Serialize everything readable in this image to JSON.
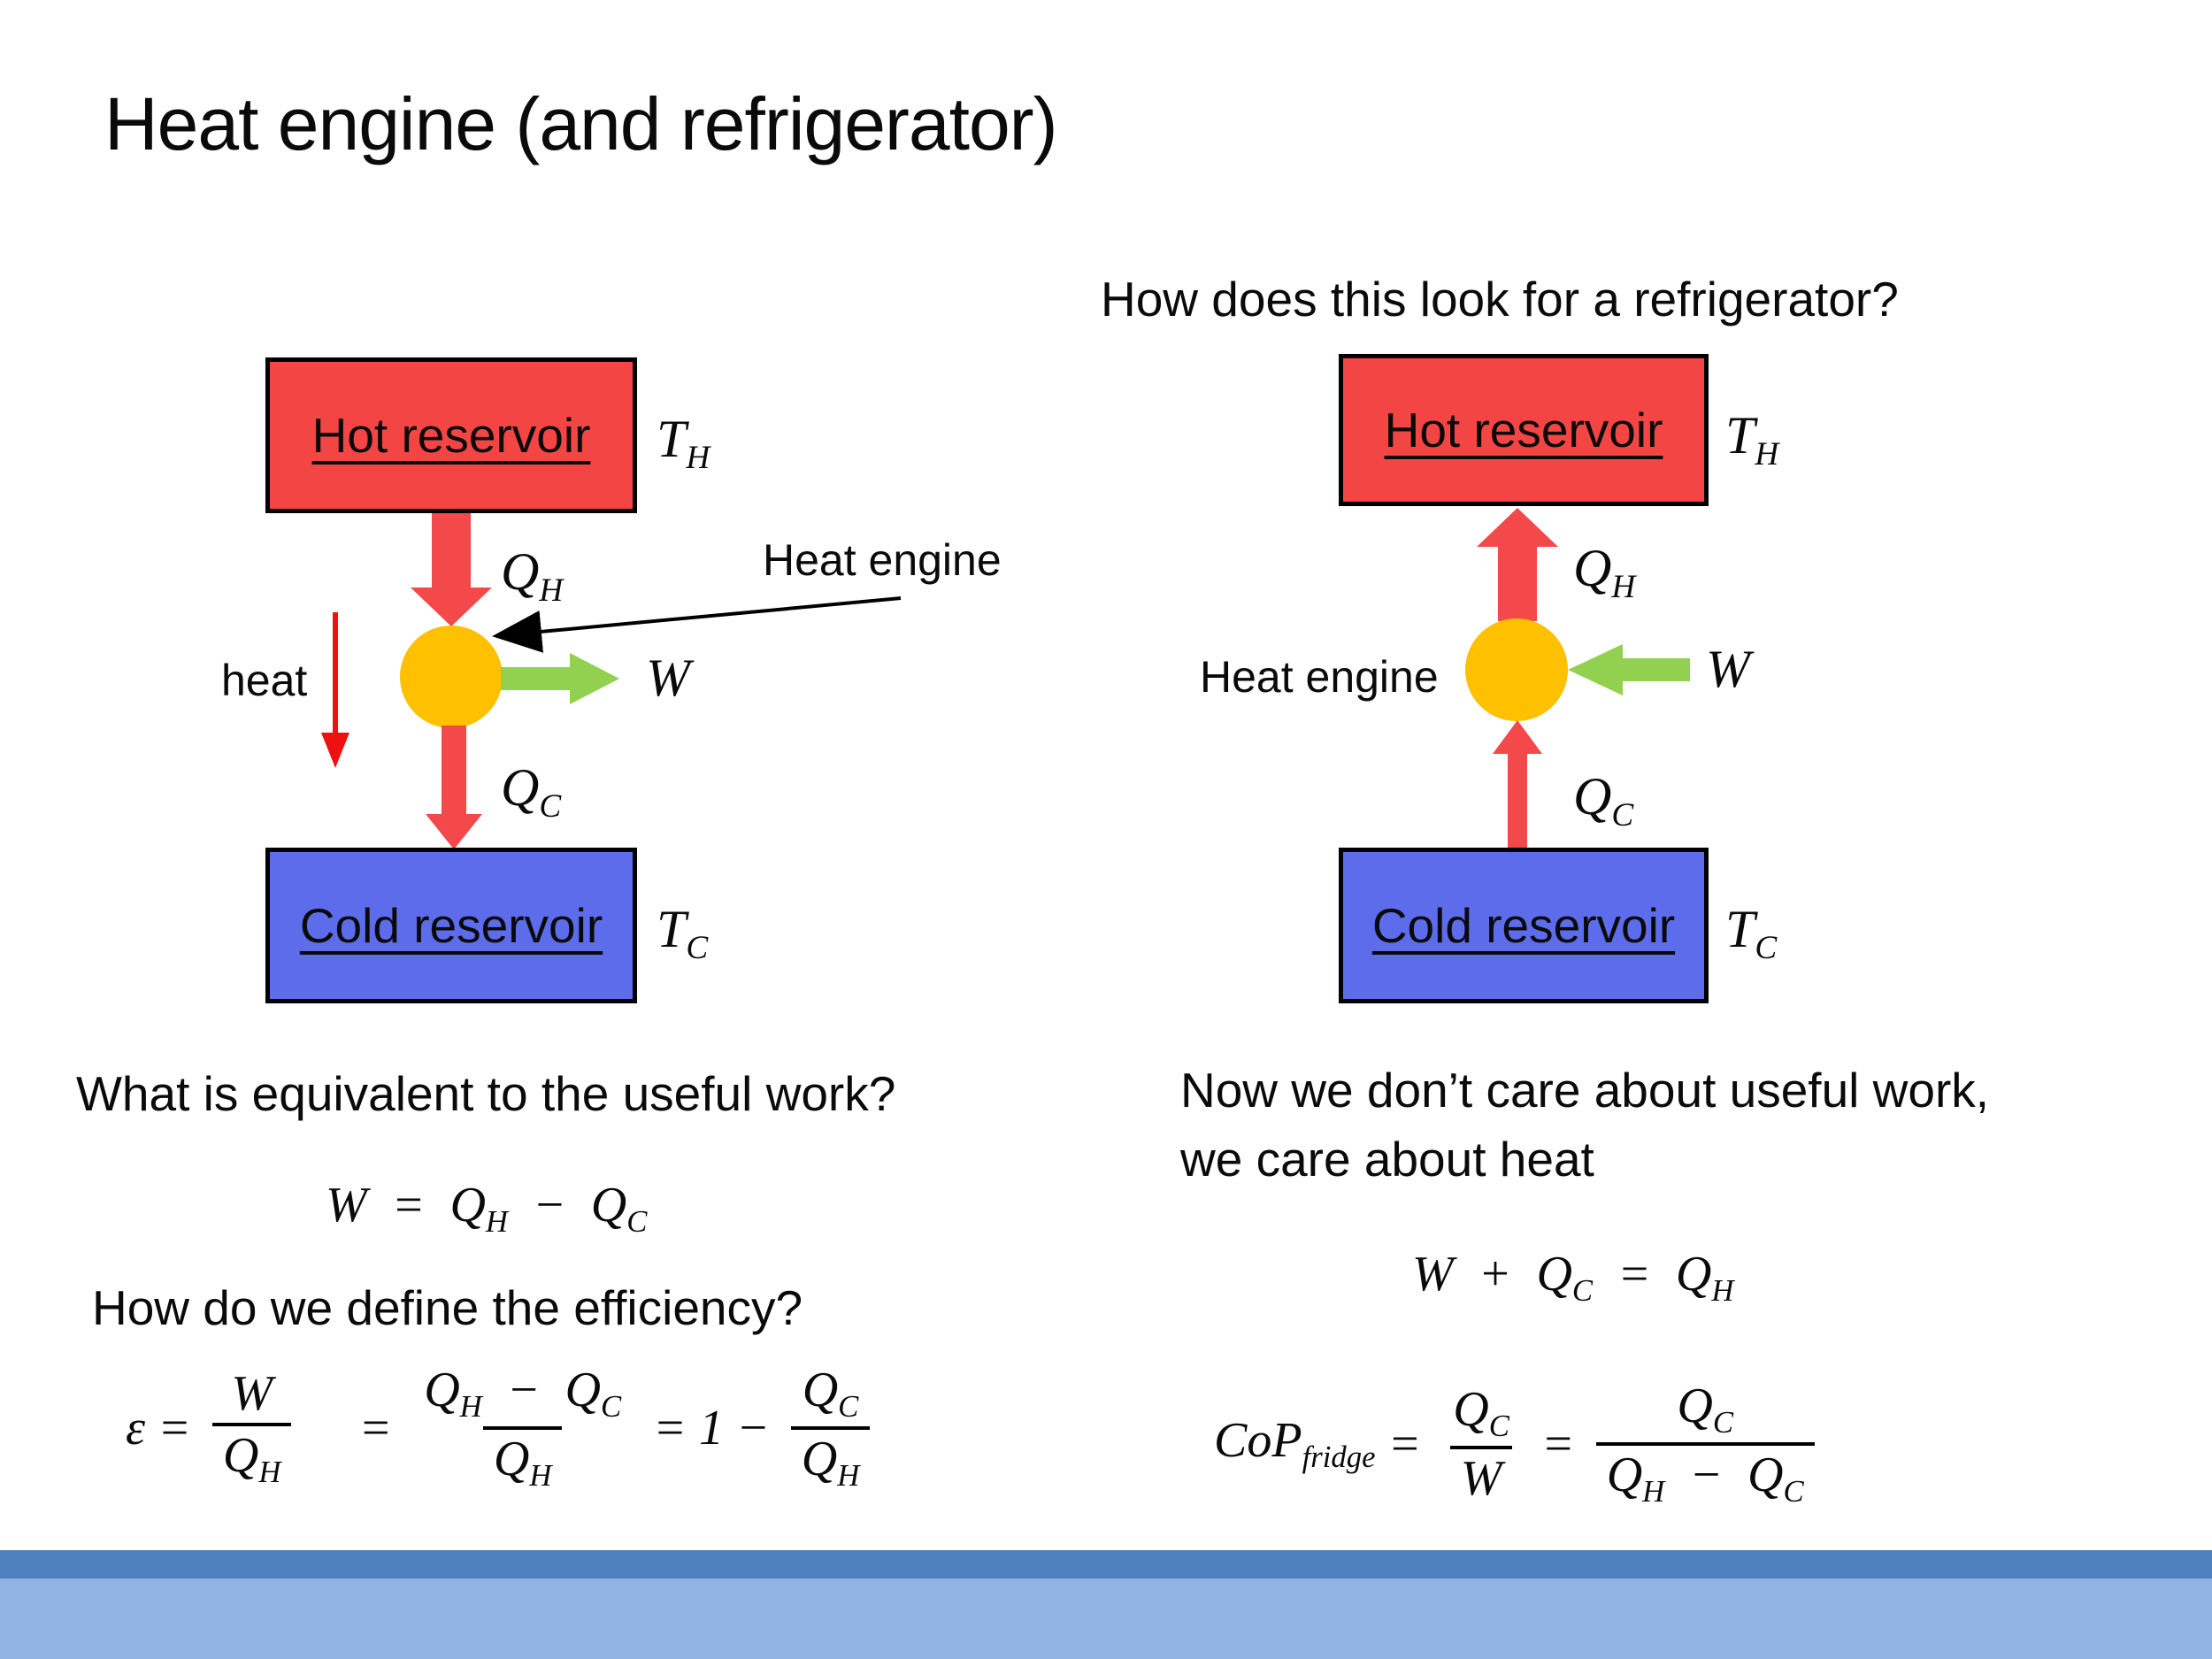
{
  "title": "Heat engine (and refrigerator)",
  "colors": {
    "hot_box": "#F44545",
    "cold_box": "#5C6CEB",
    "engine": "#FFC000",
    "work_arrow": "#92D050",
    "heat_flow_arrow": "#F4494B",
    "heat_thin_arrow": "#ED1111",
    "footer_dark": "#4E80BD",
    "footer_light": "#90B3E3"
  },
  "left": {
    "hot_label": "Hot reservoir",
    "cold_label": "Cold reservoir",
    "engine_label": "Heat engine",
    "heat_label": "heat",
    "question_work": "What is equivalent to the useful work?",
    "question_efficiency": "How do we define the efficiency?"
  },
  "right": {
    "heading": "How does this look for a refrigerator?",
    "hot_label": "Hot reservoir",
    "cold_label": "Cold reservoir",
    "engine_label": "Heat engine",
    "note1": "Now we don’t care about useful work,",
    "note2": "we care about heat"
  },
  "math": {
    "T": "T",
    "Q": "Q",
    "W": "W",
    "H": "H",
    "C": "C",
    "epsilon": "ε",
    "one": "1",
    "eq": "=",
    "minus": "−",
    "plus": "+",
    "cop": "CoP",
    "fridge": "fridge"
  }
}
